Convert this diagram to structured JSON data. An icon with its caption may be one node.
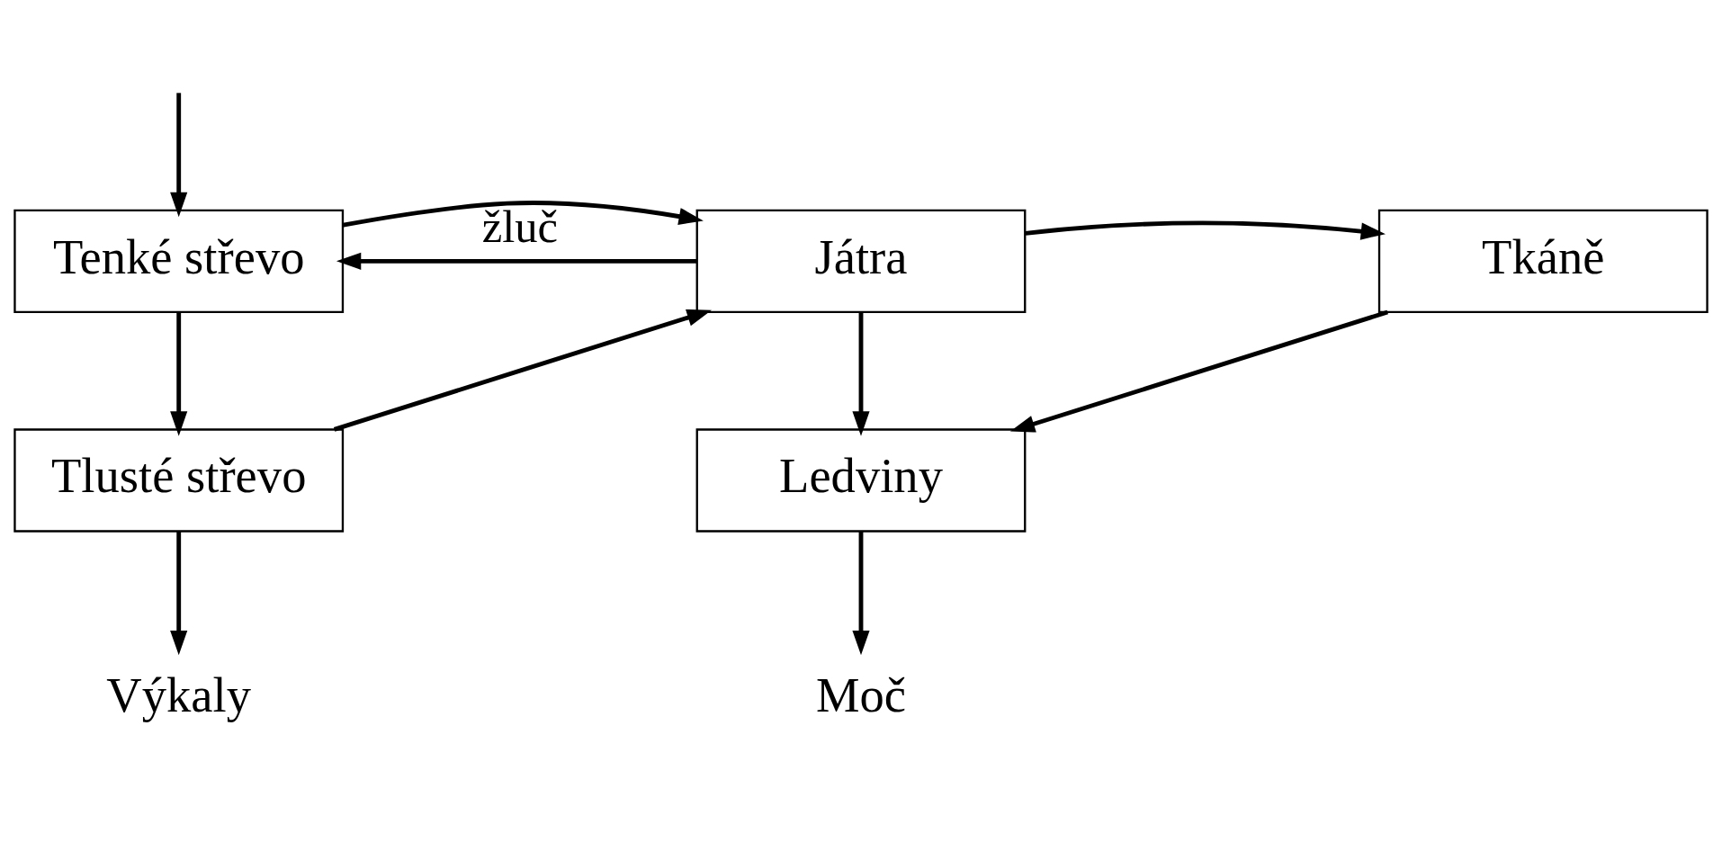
{
  "diagram": {
    "nodes": [
      {
        "text": [
          "Tenké střevo"
        ]
      },
      {
        "text": [
          "Játra"
        ]
      },
      {
        "text": [
          "Tkáně"
        ]
      },
      {
        "text": [
          "Tlusté střevo"
        ]
      },
      {
        "text": [
          "Ledviny"
        ]
      },
      {
        "text": [
          "Výkaly"
        ]
      },
      {
        "text": [
          "Moč"
        ]
      }
    ],
    "edges": [
      {
        "from": null,
        "to": 0,
        "arrow": "to"
      },
      {
        "from": 0,
        "to": 1,
        "arrow": "to"
      },
      {
        "from": 1,
        "to": 0,
        "arrow": "to",
        "label": "žluč"
      },
      {
        "from": 0,
        "to": 3,
        "arrow": "to"
      },
      {
        "from": 3,
        "to": 1,
        "arrow": "to"
      },
      {
        "from": 1,
        "to": 2,
        "arrow": "to"
      },
      {
        "from": 1,
        "to": 4,
        "arrow": "to"
      },
      {
        "from": 2,
        "to": 4,
        "arrow": "to"
      },
      {
        "from": 3,
        "to": 5,
        "arrow": "to"
      },
      {
        "from": 4,
        "to": 6,
        "arrow": "to"
      }
    ]
  }
}
